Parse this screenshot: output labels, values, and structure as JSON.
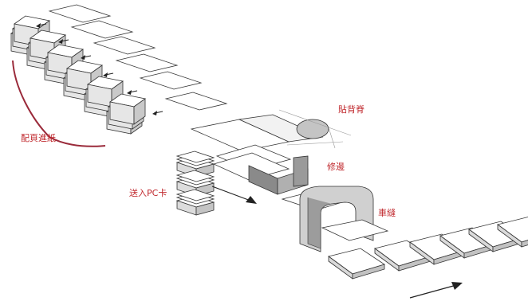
{
  "diagram": {
    "labels": {
      "collate": "配頁進紙",
      "spine": "貼背脊",
      "trim": "修邊",
      "insert_pc": "送入PC卡",
      "sew": "車縫"
    },
    "colors": {
      "label": "#c0282d",
      "line": "#333333",
      "fill_light": "#ffffff",
      "fill_mid": "#e9e9e9",
      "fill_dark": "#bfbfbf"
    }
  }
}
